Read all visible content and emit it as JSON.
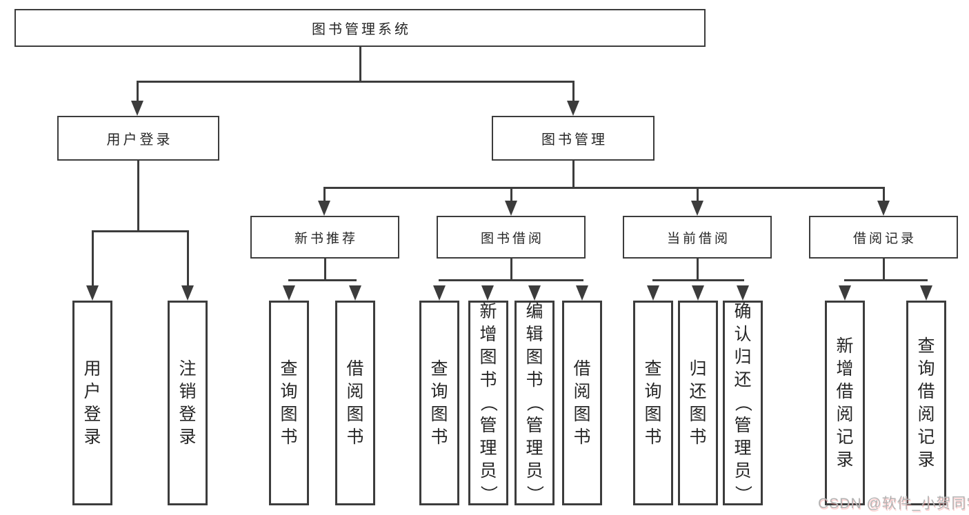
{
  "title": {
    "label": "图书管理系统"
  },
  "level2": {
    "user_login": {
      "label": "用户登录"
    },
    "book_mgmt": {
      "label": "图书管理"
    }
  },
  "level3": {
    "new_book_rec": {
      "label": "新书推荐"
    },
    "book_borrow": {
      "label": "图书借阅"
    },
    "current_borrow": {
      "label": "当前借阅"
    },
    "borrow_records": {
      "label": "借阅记录"
    }
  },
  "leaves": {
    "user_login": [
      "用户登录",
      "注销登录"
    ],
    "new_book_rec": [
      "查询图书",
      "借阅图书"
    ],
    "book_borrow": [
      "查询图书",
      "新增图书（管理员）",
      "编辑图书（管理员）",
      "借阅图书"
    ],
    "current_borrow": [
      "查询图书",
      "归还图书",
      "确认归还（管理员）"
    ],
    "borrow_records": [
      "新增借阅记录",
      "查询借阅记录"
    ]
  },
  "watermark": {
    "text": "CSDN @软件_小贺同学"
  },
  "colors": {
    "line": "#3c3c3c",
    "text": "#262626",
    "watermark": "#b3b3b3",
    "background": "#ffffff"
  }
}
